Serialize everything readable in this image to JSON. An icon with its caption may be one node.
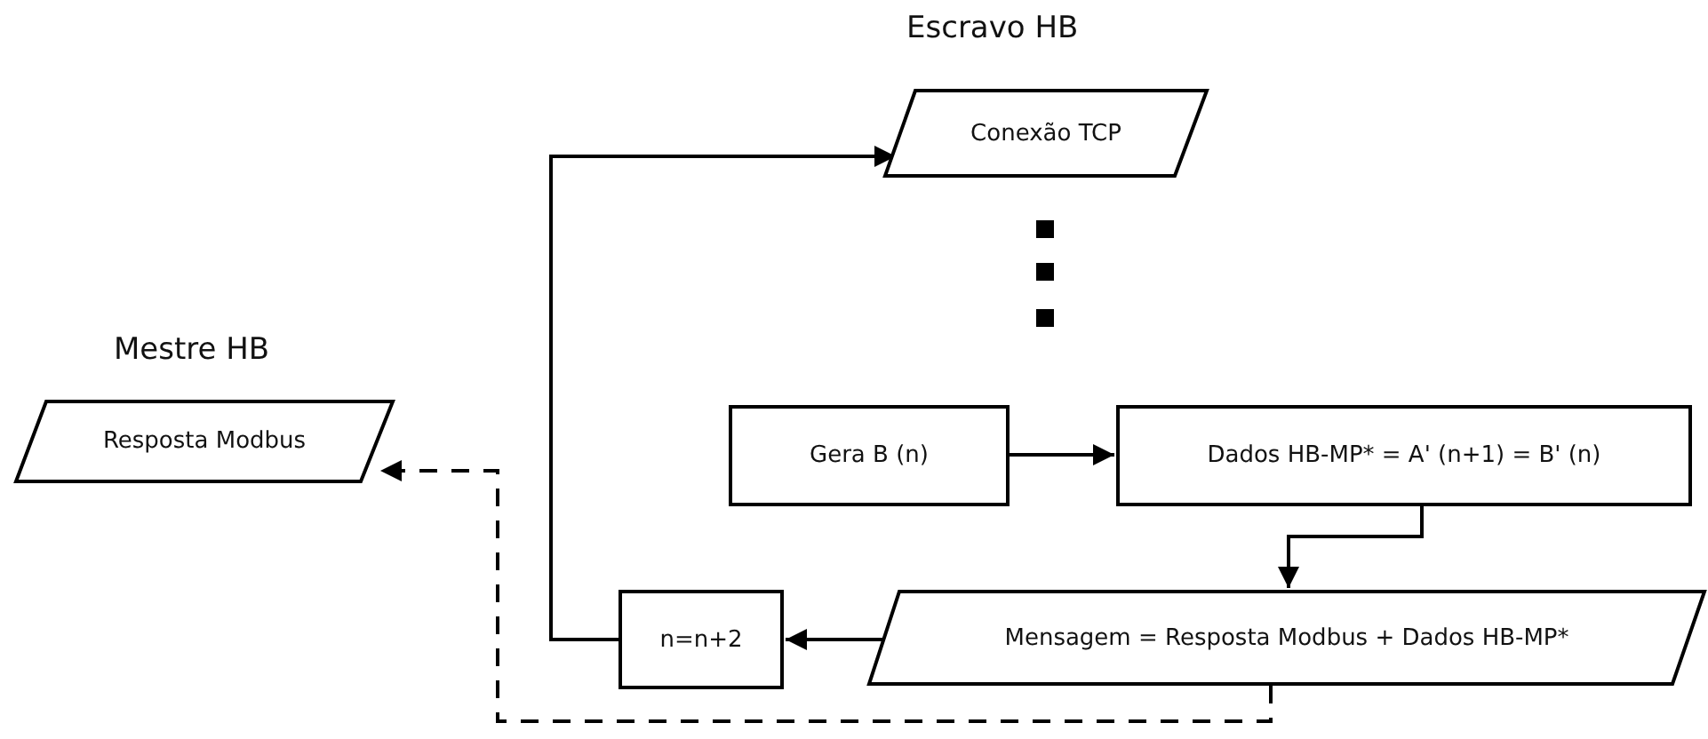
{
  "diagram": {
    "nodes": [
      {
        "text": [
          "Conexão TCP"
        ]
      },
      {
        "text": [
          "Resposta Modbus"
        ]
      },
      {
        "text": [
          "Gera B (n)"
        ]
      },
      {
        "text": [
          "Dados HB-MP* = A' (n+1) = B' (n)"
        ]
      },
      {
        "text": [
          "Mensagem = Resposta Modbus + Dados HB-MP*"
        ]
      },
      {
        "text": [
          "n=n+2"
        ]
      }
    ],
    "edges": [
      {
        "from": 2,
        "to": 3,
        "arrow": "to"
      },
      {
        "from": 3,
        "to": 4,
        "arrow": "to"
      },
      {
        "from": 4,
        "to": 5,
        "arrow": "to"
      },
      {
        "from": 5,
        "to": 0,
        "arrow": "to"
      },
      {
        "from": 4,
        "to": 1,
        "arrow": "to",
        "style": "dashed"
      }
    ],
    "labels": [
      "Escravo HB",
      "Mestre HB"
    ]
  }
}
